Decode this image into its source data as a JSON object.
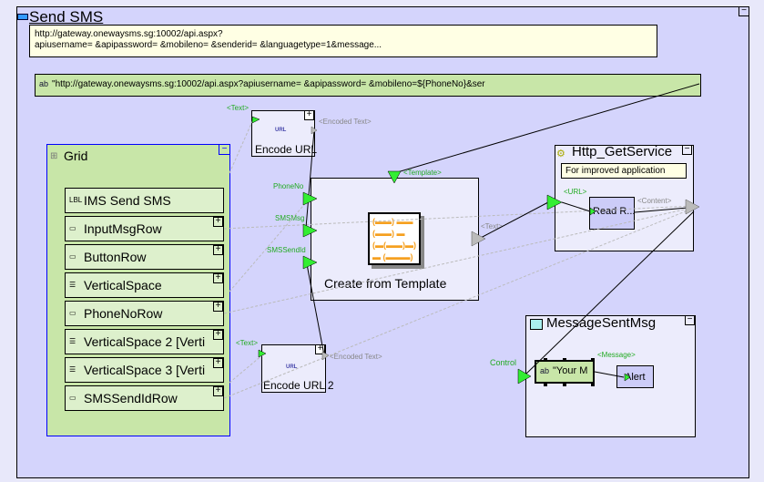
{
  "title": "Send SMS",
  "note": {
    "line1": "http://gateway.onewaysms.sg:10002/api.aspx?",
    "line2": "apiusername=                              &apipassword=                              &mobileno=              &senderid=           &languagetype=1&message..."
  },
  "expression": "\"http://gateway.onewaysms.sg:10002/api.aspx?apiusername=                       &apipassword=                              &mobileno=${PhoneNo}&ser",
  "grid": {
    "title": "Grid",
    "rows": [
      {
        "label": "IMS Send SMS",
        "icon": "LBL"
      },
      {
        "label": "InputMsgRow",
        "icon": "▭"
      },
      {
        "label": "ButtonRow",
        "icon": "▭"
      },
      {
        "label": "VerticalSpace",
        "icon": "☰"
      },
      {
        "label": "PhoneNoRow",
        "icon": "▭"
      },
      {
        "label": "VerticalSpace 2 [Verti",
        "icon": "☰"
      },
      {
        "label": "VerticalSpace 3 [Verti",
        "icon": "☰"
      },
      {
        "label": "SMSSendIdRow",
        "icon": "▭"
      }
    ]
  },
  "encode1": {
    "label": "Encode URL",
    "in": "<Text>",
    "out": "<Encoded Text>",
    "icon": "URL"
  },
  "encode2": {
    "label": "Encode URL 2",
    "in": "<Text>",
    "out": "<Encoded Text>",
    "icon": "URL"
  },
  "template": {
    "label": "Create from Template",
    "in": "<Template>",
    "out": "<Text>",
    "params": [
      "PhoneNo",
      "SMSMsg",
      "SMSSendId"
    ]
  },
  "http": {
    "title": "Http_GetService",
    "note": "For improved application",
    "inner": "Read R...",
    "in": "<URL>",
    "out": "<Content>"
  },
  "msg": {
    "title": "MessageSentMsg",
    "control": "Control",
    "text": "\"Your M",
    "port": "<Message>",
    "alert": "Alert"
  },
  "colors": {
    "canvas": "#d4d4fc",
    "green_port": "#33ee33",
    "grid": "#c8e6a8",
    "note": "#ffffe4"
  }
}
